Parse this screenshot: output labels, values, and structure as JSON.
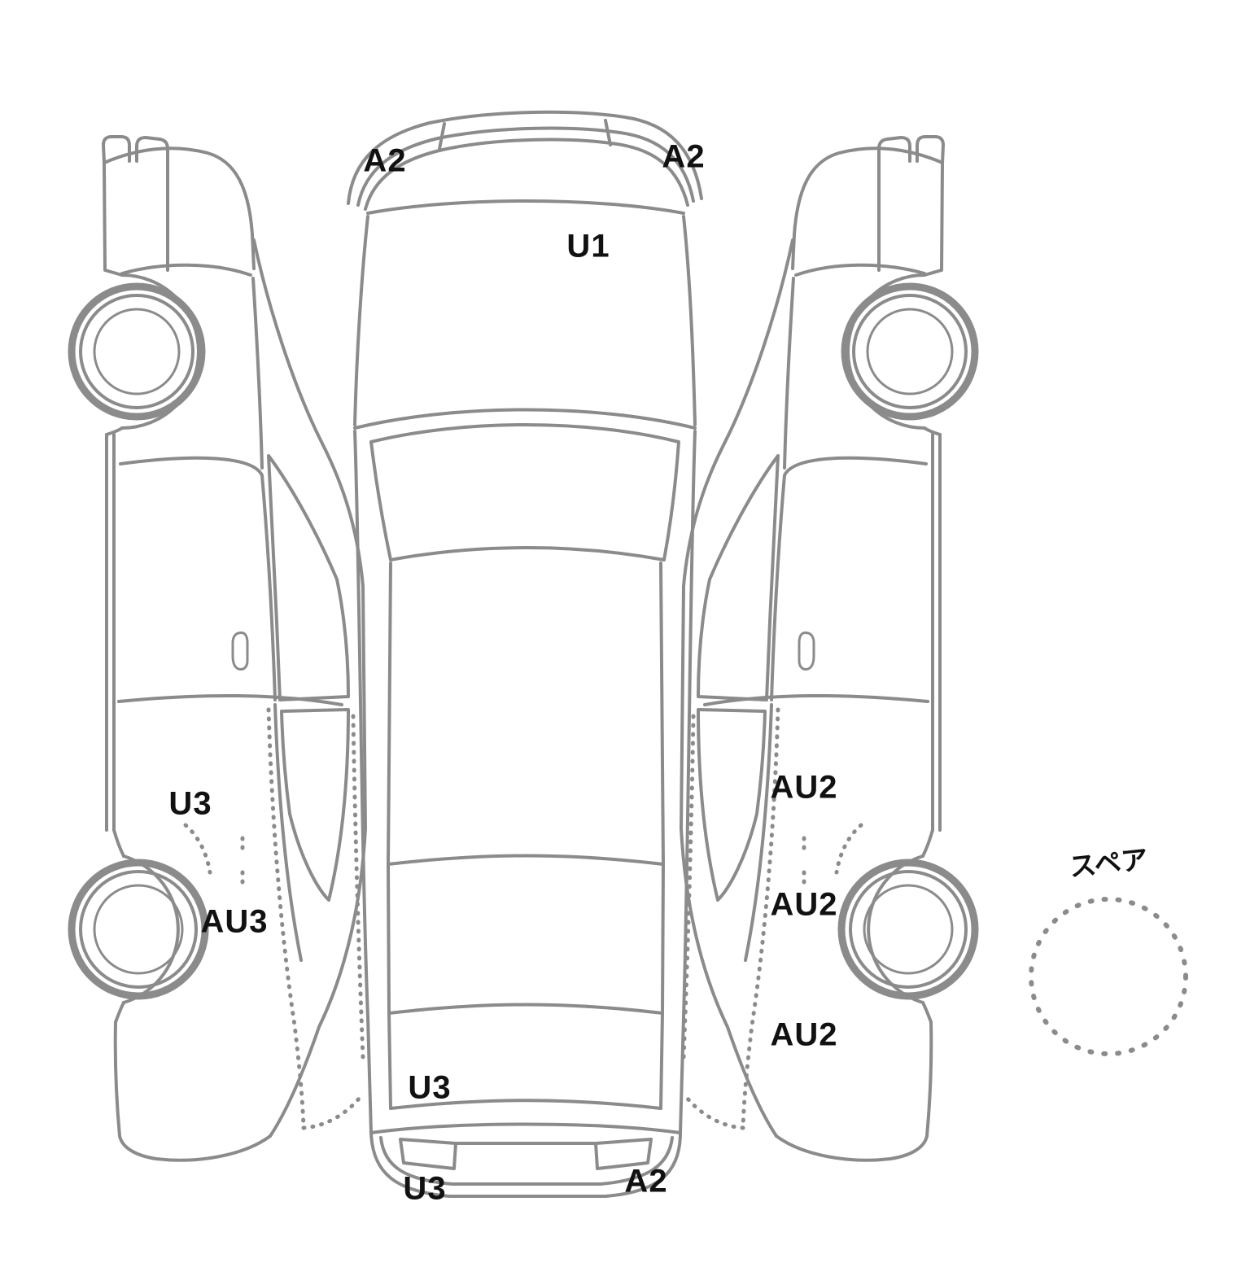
{
  "labels": [
    {
      "text": "A2",
      "area": "top-view-front-left"
    },
    {
      "text": "A2",
      "area": "top-view-front-right"
    },
    {
      "text": "U1",
      "area": "hood"
    },
    {
      "text": "U3",
      "area": "left-side-quarter-panel"
    },
    {
      "text": "AU3",
      "area": "left-side-rear-wheel"
    },
    {
      "text": "AU2",
      "area": "right-side-quarter-upper"
    },
    {
      "text": "AU2",
      "area": "right-side-rear-wheel"
    },
    {
      "text": "AU2",
      "area": "right-side-rear-lower"
    },
    {
      "text": "U3",
      "area": "top-view-rear-left"
    },
    {
      "text": "U3",
      "area": "rear-bumper-left"
    },
    {
      "text": "A2",
      "area": "rear-bumper-right"
    }
  ],
  "spare": {
    "label": "スペア"
  },
  "colors": {
    "line": "#8b8b8b",
    "text": "#111111",
    "background": "#ffffff"
  }
}
